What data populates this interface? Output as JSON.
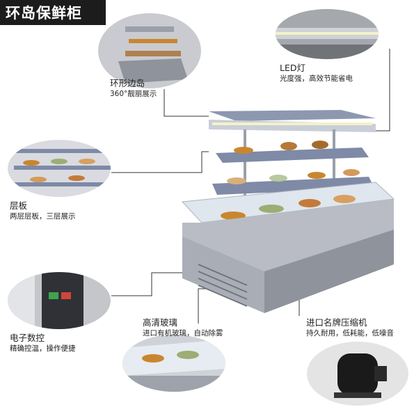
{
  "title": "环岛保鲜柜",
  "callouts": [
    {
      "icon": "island-display-icon",
      "heading": "环形边岛",
      "detail": "360°靓丽展示"
    },
    {
      "icon": "led-light-icon",
      "heading": "LED灯",
      "detail": "光度强，高效节能省电"
    },
    {
      "icon": "shelf-icon",
      "heading": "层板",
      "detail": "两层层板，三层展示"
    },
    {
      "icon": "digital-control-icon",
      "heading": "电子数控",
      "detail": "精确控温，操作便捷"
    },
    {
      "icon": "glass-icon",
      "heading": "高清玻璃",
      "detail": "进口有机玻璃，自动除雾"
    },
    {
      "icon": "compressor-icon",
      "heading": "进口名牌压缩机",
      "detail": "持久耐用，低耗能，低噪音"
    }
  ],
  "colors": {
    "banner_bg": "#1c1c1c",
    "cabinet_body": "#b9bcc4",
    "cabinet_shadow": "#8e939c",
    "glass": "#dfe6ee",
    "led_strip": "#f2f2c8",
    "leader_line": "#333333",
    "food_warm": "#c9862f"
  }
}
